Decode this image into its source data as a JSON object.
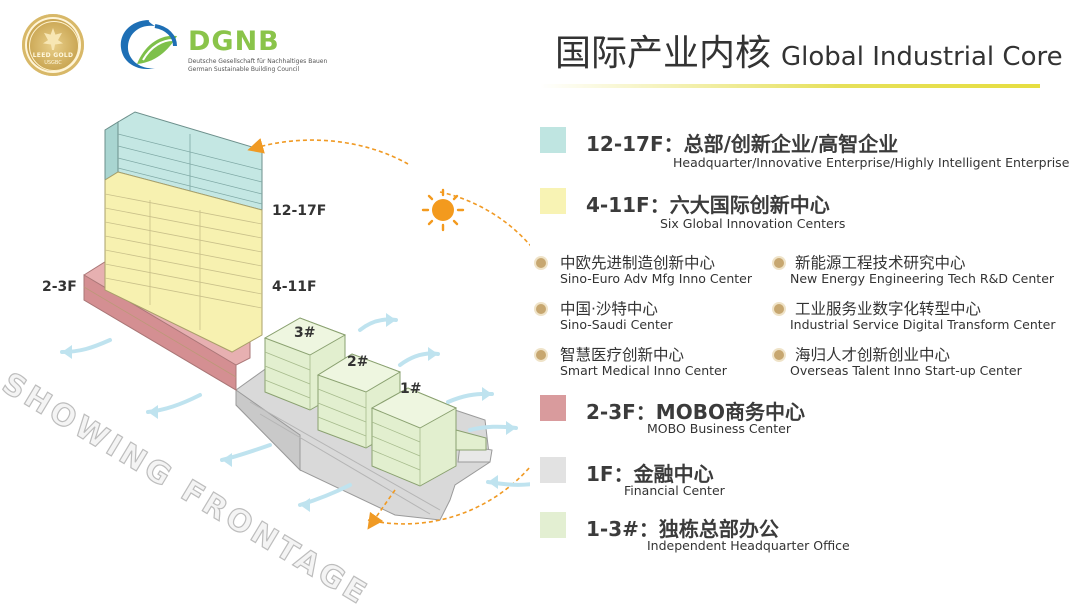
{
  "header": {
    "leed_logo_text": "LEED GOLD",
    "leed_logo_sub": "USGBC",
    "dgnb_name": "DGNB",
    "dgnb_line1": "Deutsche Gesellschaft für Nachhaltiges Bauen",
    "dgnb_line2": "German Sustainable Building Council",
    "title_cn": "国际产业内核",
    "title_en": "Global Industrial Core"
  },
  "diagram": {
    "floor_labels": [
      "12-17F",
      "4-11F",
      "2-3F"
    ],
    "building_labels": [
      "3#",
      "2#",
      "1#"
    ],
    "frontage_text": "SHOWING FRONTAGE"
  },
  "legend": [
    {
      "title": "12-17F：总部/创新企业/高智企业",
      "subtitle": "Headquarter/Innovative Enterprise/Highly Intelligent Enterprise",
      "color": "#bfe5e1"
    },
    {
      "title": "4-11F：六大国际创新中心",
      "subtitle": "Six Global Innovation Centers",
      "color": "#f8f3b4"
    },
    {
      "title": "2-3F：MOBO商务中心",
      "subtitle": "MOBO Business Center",
      "color": "#d99b9d"
    },
    {
      "title": "1F：金融中心",
      "subtitle": "Financial Center",
      "color": "#e2e2e2"
    },
    {
      "title": "1-3#：独栋总部办公",
      "subtitle": "Independent Headquarter Office",
      "color": "#e3efd2"
    }
  ],
  "centers": [
    {
      "title": "中欧先进制造创新中心",
      "subtitle": "Sino-Euro Adv Mfg Inno Center"
    },
    {
      "title": "新能源工程技术研究中心",
      "subtitle": "New Energy Engineering Tech R&D Center"
    },
    {
      "title": "中国·沙特中心",
      "subtitle": "Sino-Saudi Center"
    },
    {
      "title": "工业服务业数字化转型中心",
      "subtitle": "Industrial Service Digital Transform Center"
    },
    {
      "title": "智慧医疗创新中心",
      "subtitle": "Smart Medical Inno Center"
    },
    {
      "title": "海归人才创新创业中心",
      "subtitle": "Overseas Talent Inno Start-up Center"
    }
  ]
}
